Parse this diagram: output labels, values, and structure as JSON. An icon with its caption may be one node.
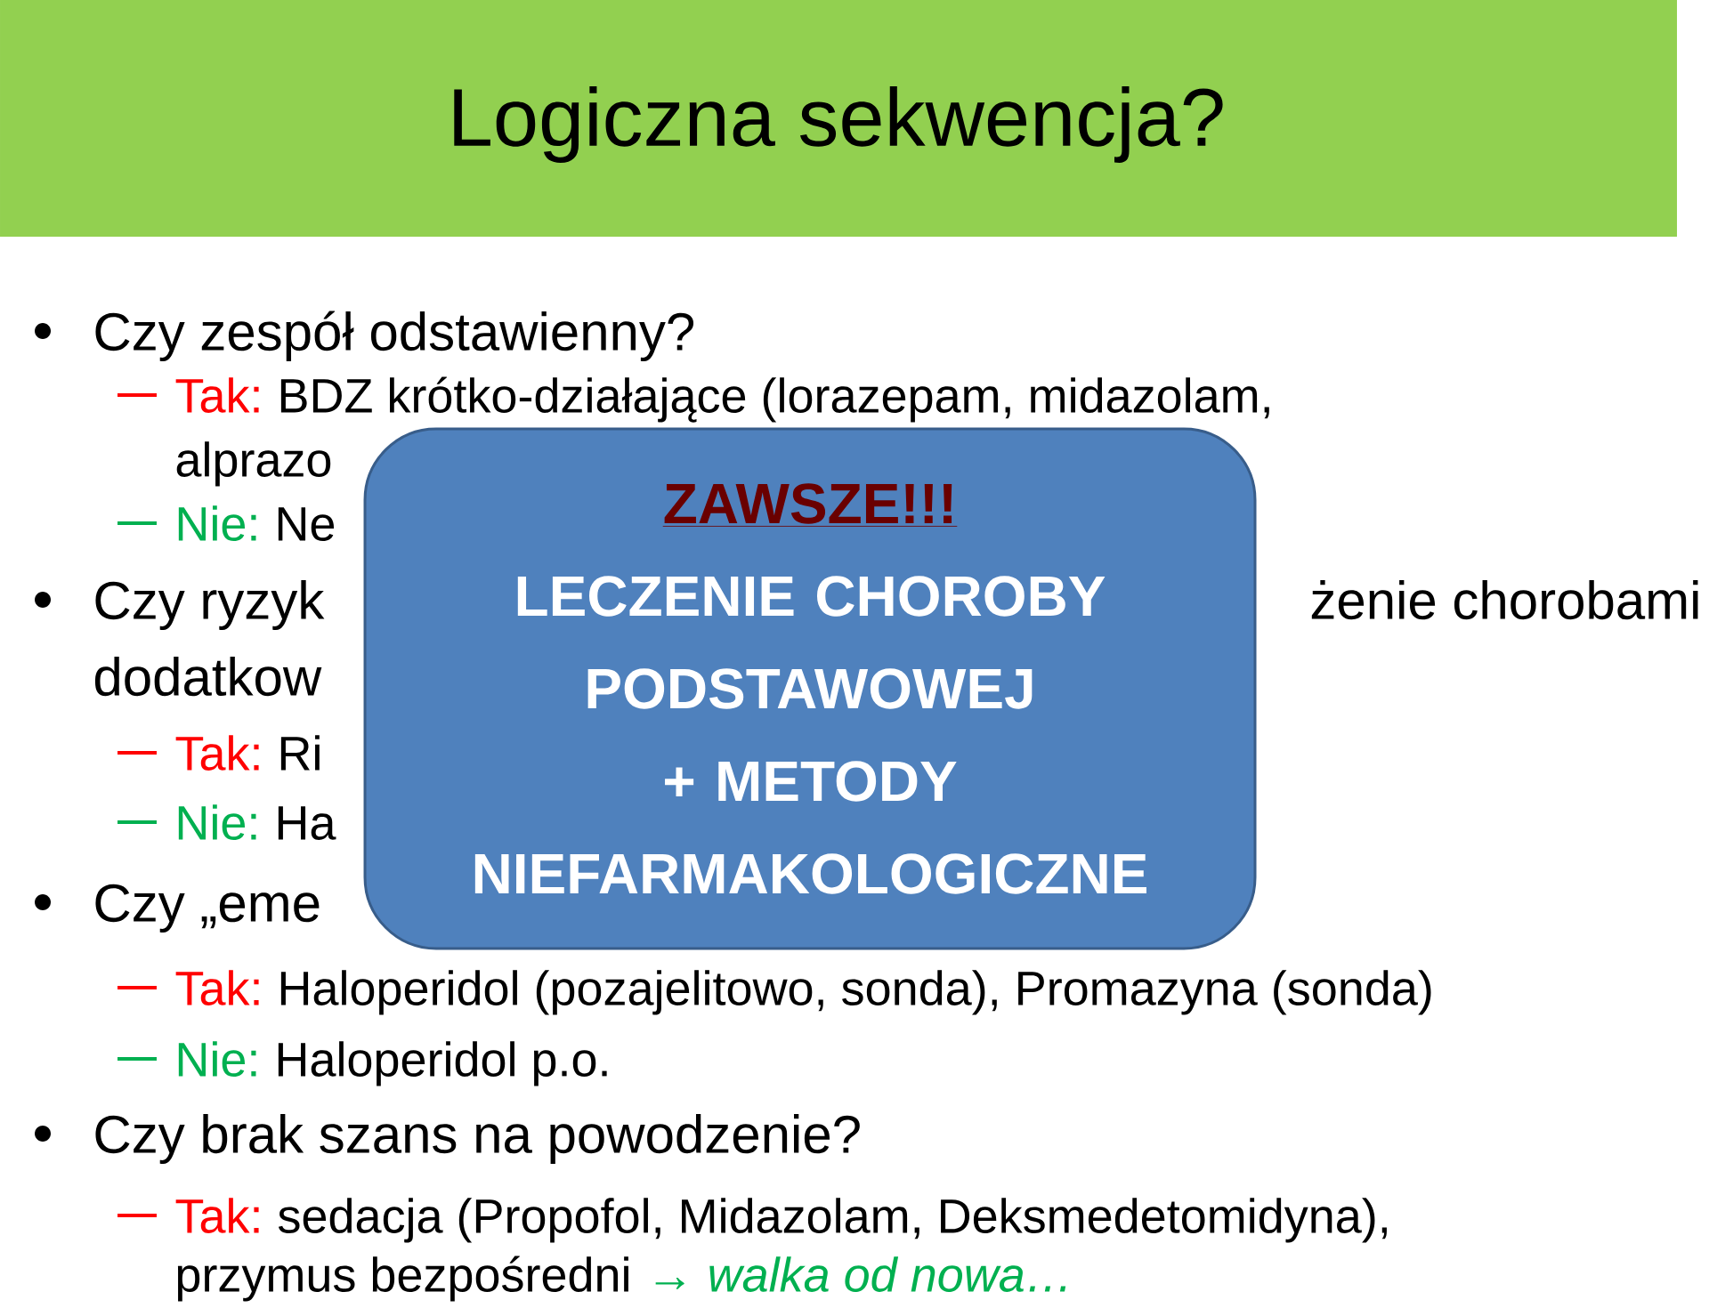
{
  "diagram": {
    "title": "Logiczna sekwencja?",
    "nodes": [
      {
        "text": [
          "ZAWSZE!!!",
          "LECZENIE CHOROBY PODSTAWOWEJ",
          "+ METODY NIEFARMAKOLOGICZNE"
        ]
      }
    ],
    "labels": [
      "Czy zespół odstawienny?",
      "Tak:",
      "BDZ krótko-działające (lorazepam, midazolam,",
      "alprazo",
      "Nie:",
      "Ne",
      "Czy ryzyk",
      "żenie chorobami",
      "dodatkow",
      "Tak:",
      "Ri",
      "Nie:",
      "Ha",
      "Czy „eme",
      "Tak:",
      "Haloperidol (pozajelitowo, sonda), Promazyna (sonda)",
      "Nie:",
      "Haloperidol p.o.",
      "Czy brak szans na powodzenie?",
      "Tak:",
      "sedacja (Propofol, Midazolam, Deksmedetomidyna),",
      "przymus bezpośredni",
      "→ walka od nowa…"
    ]
  }
}
